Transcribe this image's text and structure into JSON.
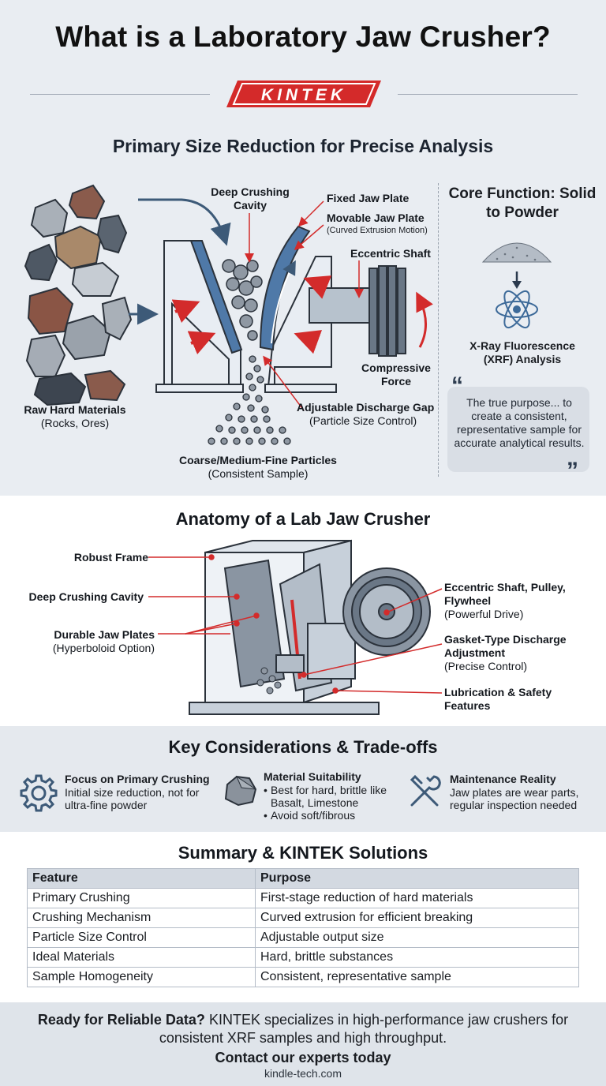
{
  "title": "What is a Laboratory Jaw Crusher?",
  "brand": "KINTEK",
  "subtitle": "Primary Size Reduction for Precise Analysis",
  "crusher_diagram": {
    "deep_crushing_cavity": "Deep Crushing Cavity",
    "fixed_jaw_plate": "Fixed Jaw Plate",
    "movable_jaw_plate": "Movable Jaw Plate",
    "movable_jaw_plate_note": "(Curved Extrusion Motion)",
    "eccentric_shaft": "Eccentric Shaft",
    "compressive_force": "Compressive Force",
    "adjustable_gap": "Adjustable Discharge Gap",
    "adjustable_gap_note": "(Particle Size Control)",
    "raw_materials": "Raw Hard Materials",
    "raw_materials_note": "(Rocks, Ores)",
    "particles": "Coarse/Medium-Fine Particles",
    "particles_note": "(Consistent Sample)"
  },
  "core_function": {
    "heading": "Core Function: Solid to Powder",
    "xrf_label": "X-Ray Fluorescence (XRF) Analysis",
    "quote": "The true purpose... to create a consistent, representative sample for accurate analytical results.",
    "open_quote": "“",
    "close_quote": "”"
  },
  "anatomy": {
    "heading": "Anatomy of a Lab Jaw Crusher",
    "robust_frame": "Robust Frame",
    "deep_cavity": "Deep Crushing Cavity",
    "jaw_plates": "Durable Jaw Plates",
    "jaw_plates_note": "(Hyperboloid Option)",
    "eccentric": "Eccentric Shaft, Pulley, Flywheel",
    "eccentric_note": "(Powerful Drive)",
    "gasket": "Gasket-Type Discharge Adjustment",
    "gasket_note": "(Precise Control)",
    "lubrication": "Lubrication & Safety Features"
  },
  "considerations": {
    "heading": "Key Considerations & Trade-offs",
    "items": [
      {
        "title": "Focus on Primary Crushing",
        "text": "Initial size reduction, not for ultra-fine powder",
        "icon": "gear-icon"
      },
      {
        "title": "Material Suitability",
        "bullets": [
          "Best for hard, brittle like Basalt, Limestone",
          "Avoid soft/fibrous"
        ],
        "icon": "rock-icon"
      },
      {
        "title": "Maintenance Reality",
        "text": "Jaw plates are wear parts, regular inspection needed",
        "icon": "tools-icon"
      }
    ]
  },
  "summary": {
    "heading": "Summary & KINTEK Solutions",
    "columns": [
      "Feature",
      "Purpose"
    ],
    "rows": [
      [
        "Primary Crushing",
        "First-stage reduction of hard materials"
      ],
      [
        "Crushing Mechanism",
        "Curved extrusion for efficient breaking"
      ],
      [
        "Particle Size Control",
        "Adjustable output size"
      ],
      [
        "Ideal Materials",
        "Hard, brittle substances"
      ],
      [
        "Sample Homogeneity",
        "Consistent, representative sample"
      ]
    ]
  },
  "footer": {
    "lead": "Ready for Reliable Data?",
    "text": "KINTEK specializes in high-performance jaw crushers for consistent XRF samples and high throughput.",
    "cta": "Contact our experts today",
    "url": "kindle-tech.com"
  },
  "colors": {
    "accent_red": "#d32b2b",
    "steel_blue": "#3d5a78",
    "frame_light": "#e8edf3"
  }
}
